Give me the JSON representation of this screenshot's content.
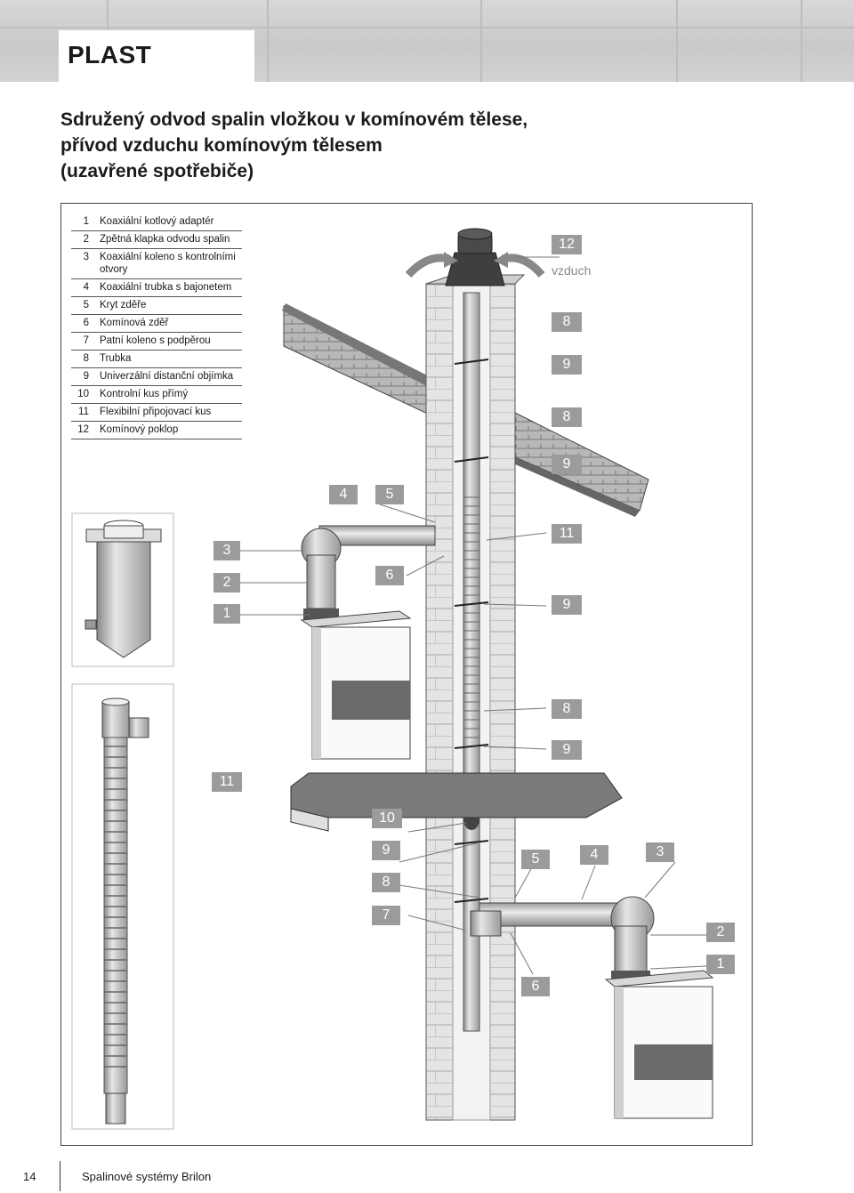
{
  "header": {
    "section": "PLAST"
  },
  "title": {
    "line1": "Sdružený odvod spalin vložkou v komínovém tělese,",
    "line2": "přívod vzduchu komínovým tělesem",
    "line3": "(uzavřené spotřebiče)"
  },
  "legend": [
    {
      "num": "1",
      "text": "Koaxiální kotlový adaptér"
    },
    {
      "num": "2",
      "text": "Zpětná klapka odvodu spalin"
    },
    {
      "num": "3",
      "text": "Koaxiální koleno s kontrolními otvory"
    },
    {
      "num": "4",
      "text": "Koaxiální trubka s bajonetem"
    },
    {
      "num": "5",
      "text": "Kryt zděře"
    },
    {
      "num": "6",
      "text": "Komínová zděř"
    },
    {
      "num": "7",
      "text": "Patní koleno s podpěrou"
    },
    {
      "num": "8",
      "text": "Trubka"
    },
    {
      "num": "9",
      "text": "Univerzální distanční objímka"
    },
    {
      "num": "10",
      "text": "Kontrolní kus přímý"
    },
    {
      "num": "11",
      "text": "Flexibilní připojovací kus"
    },
    {
      "num": "12",
      "text": "Komínový poklop"
    }
  ],
  "diagram": {
    "air_label": "vzduch",
    "callouts": {
      "c12": "12",
      "c8a": "8",
      "c9a": "9",
      "c8b": "8",
      "c9b": "9",
      "c4a": "4",
      "c5a": "5",
      "c11a": "11",
      "c3a": "3",
      "c6a": "6",
      "c2a": "2",
      "c9c": "9",
      "c1a": "1",
      "c8c": "8",
      "c9d": "9",
      "c11b": "11",
      "c10": "10",
      "c9e": "9",
      "c5b": "5",
      "c4b": "4",
      "c3b": "3",
      "c8d": "8",
      "c7": "7",
      "c2b": "2",
      "c1b": "1",
      "c6b": "6"
    }
  },
  "footer": {
    "page": "14",
    "text": "Spalinové systémy Brilon"
  }
}
